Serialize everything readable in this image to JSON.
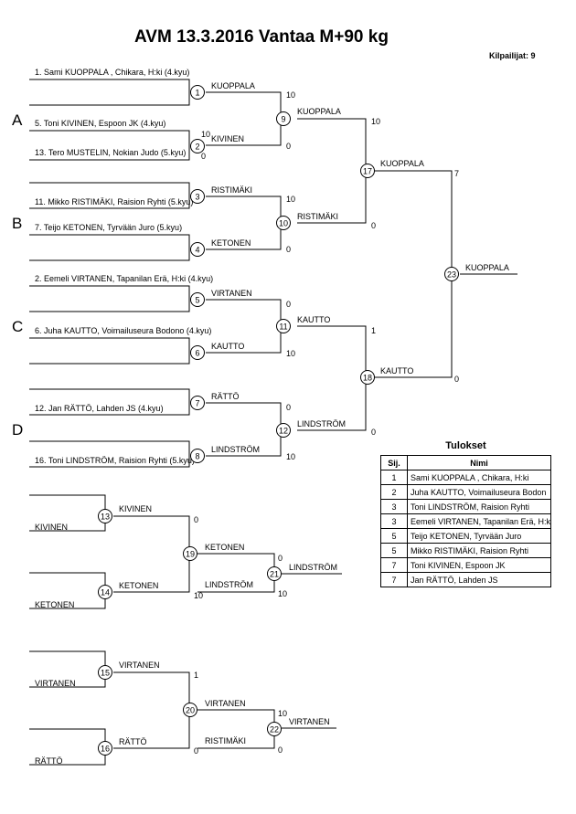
{
  "title": "AVM  13.3.2016  Vantaa    M+90 kg",
  "participants_label": "Kilpailijat: 9",
  "pools": [
    "A",
    "B",
    "C",
    "D"
  ],
  "entries": [
    {
      "id": "e1",
      "label": "1. Sami KUOPPALA , Chikara, H:ki (4.kyu)"
    },
    {
      "id": "e5",
      "label": "5. Toni KIVINEN, Espoon JK (4.kyu)"
    },
    {
      "id": "e13",
      "label": "13. Tero MUSTELIN, Nokian Judo (5.kyu)"
    },
    {
      "id": "e11",
      "label": "11. Mikko RISTIMÄKI, Raision Ryhti (5.kyu)"
    },
    {
      "id": "e7",
      "label": "7. Teijo KETONEN, Tyrvään Juro (5.kyu)"
    },
    {
      "id": "e2",
      "label": "2. Eemeli VIRTANEN, Tapanilan Erä, H:ki (4.kyu)"
    },
    {
      "id": "e6",
      "label": "6. Juha KAUTTO, Voimailuseura Bodono (4.kyu)"
    },
    {
      "id": "e12",
      "label": "12. Jan RÄTTÖ, Lahden JS (4.kyu)"
    },
    {
      "id": "e16",
      "label": "16. Toni LINDSTRÖM, Raision Ryhti (5.kyu)"
    }
  ],
  "matches": [
    {
      "num": "1",
      "winner": "KUOPPALA"
    },
    {
      "num": "2",
      "winner": "KIVINEN",
      "scores": [
        "10",
        "0"
      ]
    },
    {
      "num": "3",
      "winner": "RISTIMÄKI"
    },
    {
      "num": "4",
      "winner": "KETONEN"
    },
    {
      "num": "5",
      "winner": "VIRTANEN"
    },
    {
      "num": "6",
      "winner": "KAUTTO"
    },
    {
      "num": "7",
      "winner": "RÄTTÖ"
    },
    {
      "num": "8",
      "winner": "LINDSTRÖM"
    },
    {
      "num": "9",
      "winner": "KUOPPALA",
      "scores": [
        "10",
        "0"
      ]
    },
    {
      "num": "10",
      "winner": "RISTIMÄKI",
      "scores": [
        "10",
        "0"
      ]
    },
    {
      "num": "11",
      "winner": "KAUTTO",
      "scores": [
        "0",
        "10"
      ]
    },
    {
      "num": "12",
      "winner": "LINDSTRÖM",
      "scores": [
        "0",
        "10"
      ]
    },
    {
      "num": "17",
      "winner": "KUOPPALA",
      "scores": [
        "10",
        "0"
      ]
    },
    {
      "num": "18",
      "winner": "KAUTTO",
      "scores": [
        "1",
        "0"
      ]
    },
    {
      "num": "23",
      "winner": "KUOPPALA",
      "scores": [
        "7",
        "0"
      ]
    },
    {
      "num": "13",
      "winner": "KIVINEN",
      "entry": "KIVINEN"
    },
    {
      "num": "14",
      "winner": "KETONEN",
      "entry": "KETONEN"
    },
    {
      "num": "19",
      "winner": "KETONEN",
      "loser": "LINDSTRÖM",
      "scores": [
        "0",
        "10"
      ]
    },
    {
      "num": "21",
      "winner": "LINDSTRÖM",
      "scores": [
        "0",
        "10"
      ]
    },
    {
      "num": "15",
      "winner": "VIRTANEN",
      "entry": "VIRTANEN"
    },
    {
      "num": "16",
      "winner": "RÄTTÖ",
      "entry": "RÄTTÖ"
    },
    {
      "num": "20",
      "winner": "VIRTANEN",
      "loser": "RISTIMÄKI",
      "scores": [
        "1",
        "0"
      ]
    },
    {
      "num": "22",
      "winner": "VIRTANEN",
      "scores": [
        "10",
        "0"
      ]
    }
  ],
  "results": {
    "title": "Tulokset",
    "headers": [
      "Sij.",
      "Nimi"
    ],
    "rows": [
      {
        "place": "1",
        "name": "Sami KUOPPALA , Chikara, H:ki"
      },
      {
        "place": "2",
        "name": "Juha KAUTTO, Voimailuseura Bodon"
      },
      {
        "place": "3",
        "name": "Toni LINDSTRÖM, Raision Ryhti"
      },
      {
        "place": "3",
        "name": "Eemeli VIRTANEN, Tapanilan Erä, H:ki"
      },
      {
        "place": "5",
        "name": "Teijo KETONEN, Tyrvään Juro"
      },
      {
        "place": "5",
        "name": "Mikko RISTIMÄKI, Raision Ryhti"
      },
      {
        "place": "7",
        "name": "Toni KIVINEN, Espoon JK"
      },
      {
        "place": "7",
        "name": "Jan RÄTTÖ, Lahden JS"
      }
    ]
  }
}
